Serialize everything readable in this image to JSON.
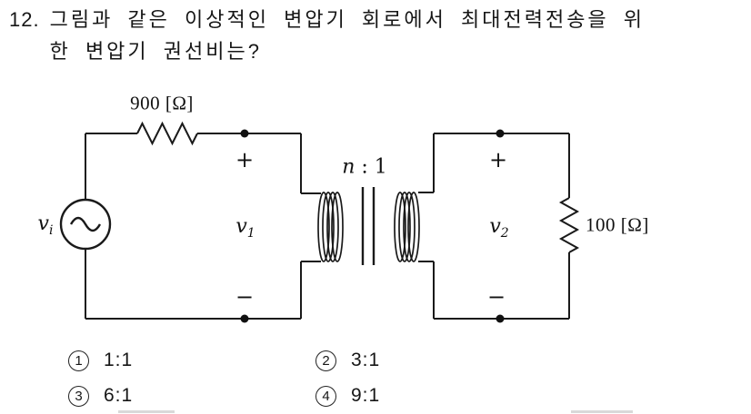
{
  "question": {
    "number": "12.",
    "line1": "그림과 같은 이상적인 변압기 회로에서 최대전력전송을 위",
    "line2": "한 변압기 권선비는?"
  },
  "circuit": {
    "source_resistor_label": "900 [Ω]",
    "load_resistor_label": "100 [Ω]",
    "turns_ratio": {
      "var": "n",
      "rest": " : 1"
    },
    "source_voltage": {
      "base": "v",
      "sub": "i"
    },
    "primary_voltage": {
      "base": "v",
      "sub": "1"
    },
    "secondary_voltage": {
      "base": "v",
      "sub": "2"
    },
    "primary_plus": "+",
    "primary_minus": "−",
    "secondary_plus": "+",
    "secondary_minus": "−",
    "line_color": "#1a1a1a",
    "background_color": "#ffffff"
  },
  "options": [
    {
      "number": "1",
      "label": "1:1"
    },
    {
      "number": "2",
      "label": "3:1"
    },
    {
      "number": "3",
      "label": "6:1"
    },
    {
      "number": "4",
      "label": "9:1"
    }
  ]
}
